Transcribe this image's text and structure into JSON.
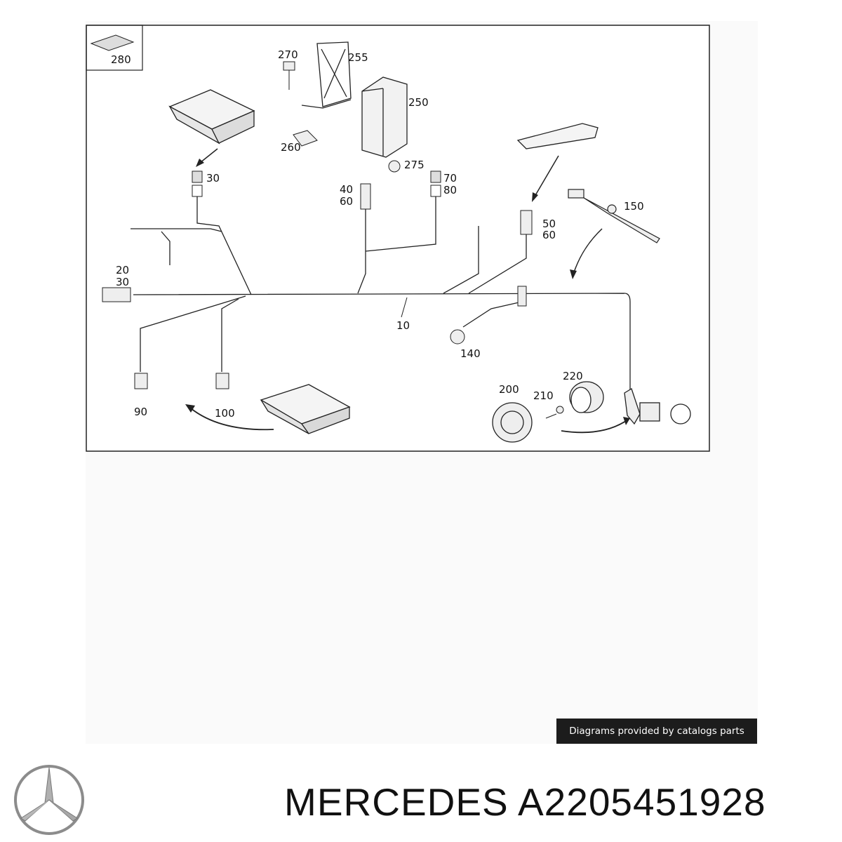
{
  "diagram": {
    "callouts": {
      "c280": "280",
      "c270": "270",
      "c255": "255",
      "c250": "250",
      "c260": "260",
      "c275": "275",
      "c30": "30",
      "c40": "40",
      "c60a": "60",
      "c70": "70",
      "c80": "80",
      "c50": "50",
      "c60b": "60",
      "c150": "150",
      "c20": "20",
      "c30b": "30",
      "c10": "10",
      "c140": "140",
      "c90": "90",
      "c100": "100",
      "c200": "200",
      "c210": "210",
      "c220": "220"
    }
  },
  "credit_text": "Diagrams provided by catalogs parts",
  "footer": {
    "title": "MERCEDES A2205451928",
    "logo_icon": "mercedes-star-logo"
  },
  "colors": {
    "line": "#222222",
    "badge_bg": "#1c1c1c",
    "badge_text": "#ffffff"
  }
}
